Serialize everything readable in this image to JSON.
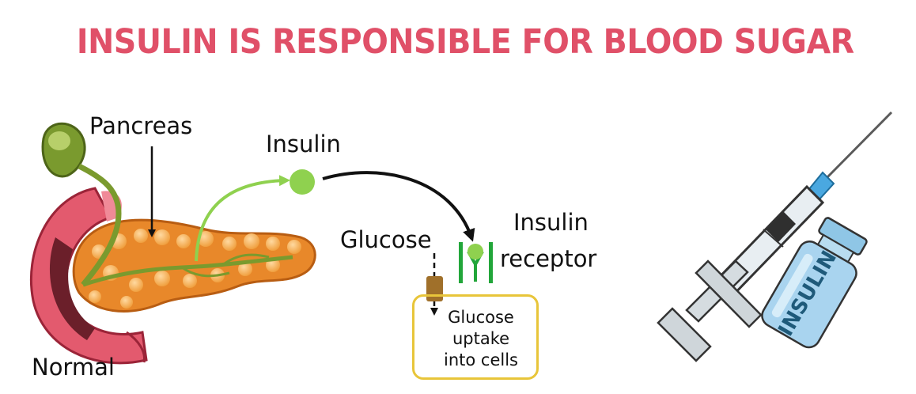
{
  "title": "INSULIN IS RESPONSIBLE FOR BLOOD SUGAR",
  "labels": {
    "pancreas": "Pancreas",
    "insulin": "Insulin",
    "insulin_receptor_line1": "Insulin",
    "insulin_receptor_line2": "receptor",
    "glucose": "Glucose",
    "normal": "Normal"
  },
  "cell_box": {
    "line1": "Glucose",
    "line2": "uptake",
    "line3": "into cells"
  },
  "vial_label": "INSULIN",
  "colors": {
    "title": "#e05068",
    "insulin_dot": "#8fd14f",
    "receptor": "#22a63a",
    "cell_border": "#e8c53a",
    "transporter": "#a0702a",
    "pancreas": "#e8882a",
    "duodenum": "#e35a6e",
    "gallbladder": "#7a9a2e",
    "needle_hub": "#4aa8e0",
    "vial": "#a9d4ef"
  }
}
